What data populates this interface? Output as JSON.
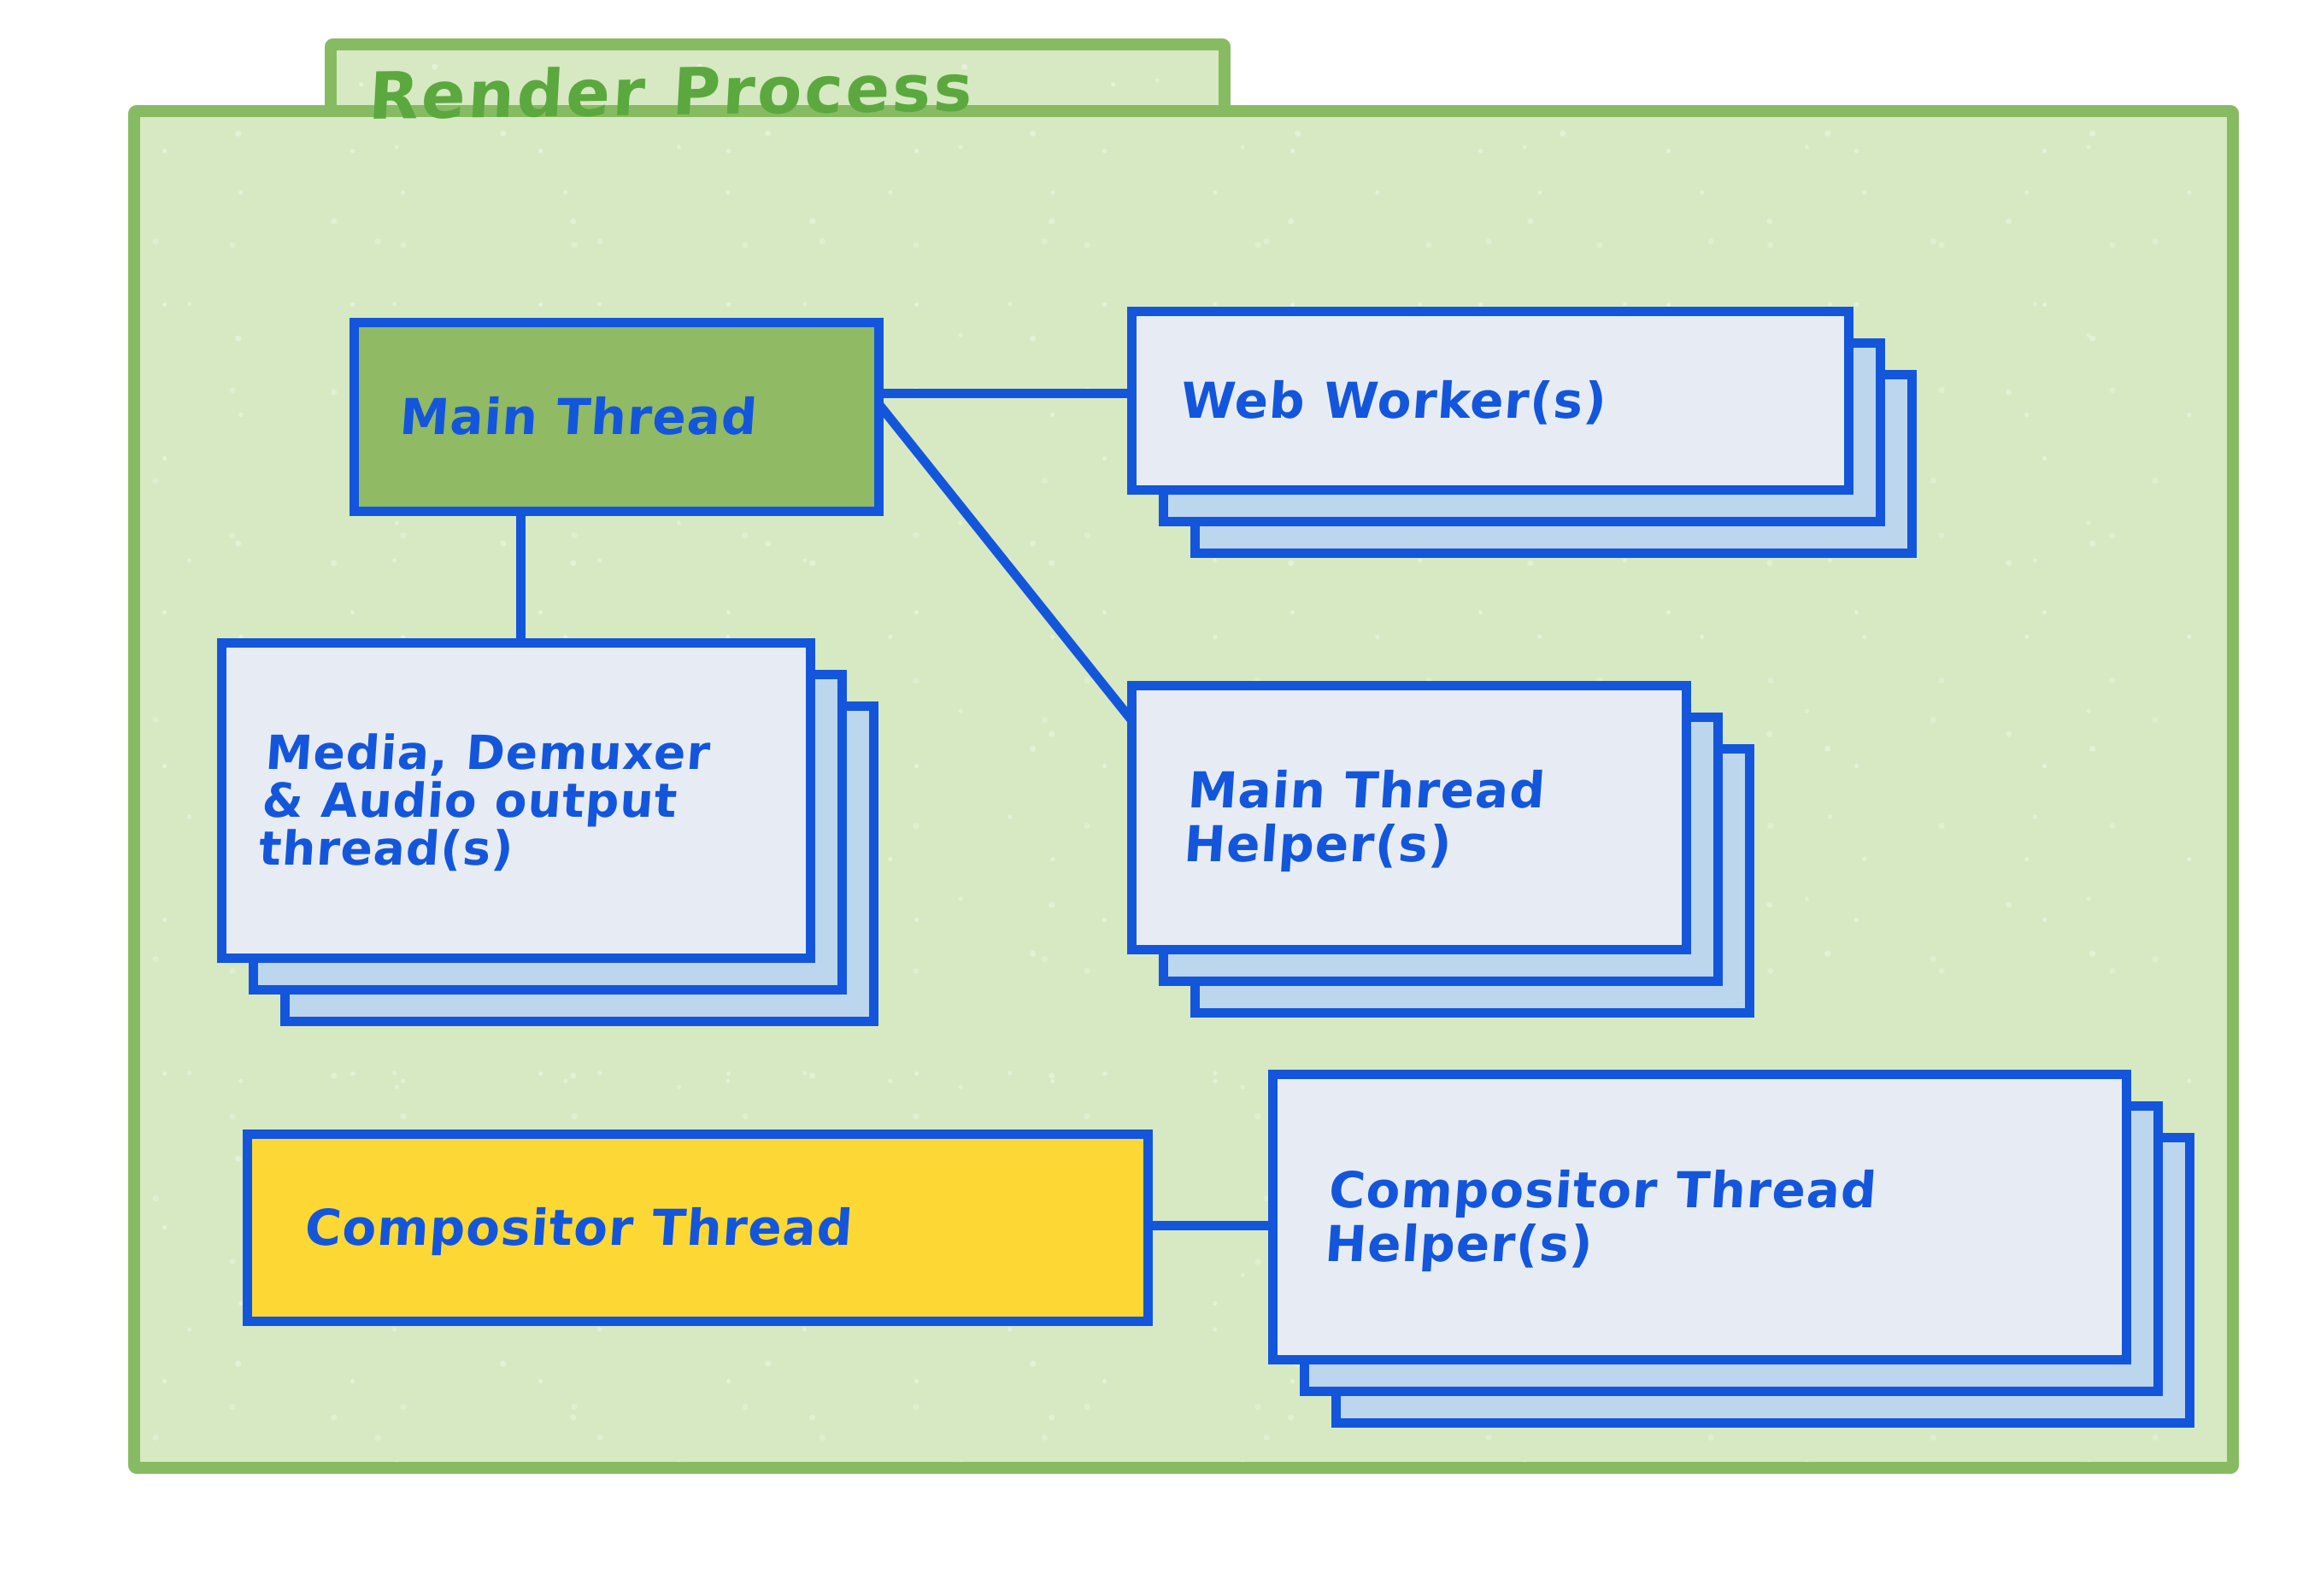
{
  "diagram": {
    "title": "Render Process",
    "style": {
      "container_fill": "#d6e9c2",
      "container_border": "#87bb62",
      "title_color": "#5ba83f",
      "node_border": "#1356db",
      "node_text": "#1356db",
      "node_fill_default": "#e7ecf4",
      "sheet_fill": "#bcd6ee",
      "main_thread_fill": "#90ba63",
      "compositor_thread_fill": "#fdd835"
    },
    "nodes": [
      {
        "id": "main-thread",
        "label": "Main Thread",
        "fill": "#90ba63",
        "stacked": false,
        "stack_count": 1
      },
      {
        "id": "web-worker",
        "label": "Web Worker(s)",
        "fill": "#e7ecf4",
        "stacked": true,
        "stack_count": 3
      },
      {
        "id": "media-thread",
        "label": "Media, Demuxer\n& Audio output\n   thread(s)",
        "fill": "#e7ecf4",
        "stacked": true,
        "stack_count": 3
      },
      {
        "id": "mt-helper",
        "label": "Main Thread\n Helper(s)",
        "fill": "#e7ecf4",
        "stacked": true,
        "stack_count": 3
      },
      {
        "id": "compositor-thread",
        "label": "Compositor Thread",
        "fill": "#fdd835",
        "stacked": false,
        "stack_count": 1
      },
      {
        "id": "ct-helper",
        "label": "Compositor Thread\n    Helper(s)",
        "fill": "#e7ecf4",
        "stacked": true,
        "stack_count": 3
      }
    ],
    "connections": [
      {
        "id": "conn-mt-ww",
        "from": "main-thread",
        "to": "web-worker",
        "kind": "horizontal"
      },
      {
        "id": "conn-mt-media",
        "from": "main-thread",
        "to": "media-thread",
        "kind": "vertical"
      },
      {
        "id": "conn-mt-mth",
        "from": "main-thread",
        "to": "mt-helper",
        "kind": "diagonal"
      },
      {
        "id": "conn-ct-cth",
        "from": "compositor-thread",
        "to": "ct-helper",
        "kind": "horizontal"
      }
    ]
  }
}
